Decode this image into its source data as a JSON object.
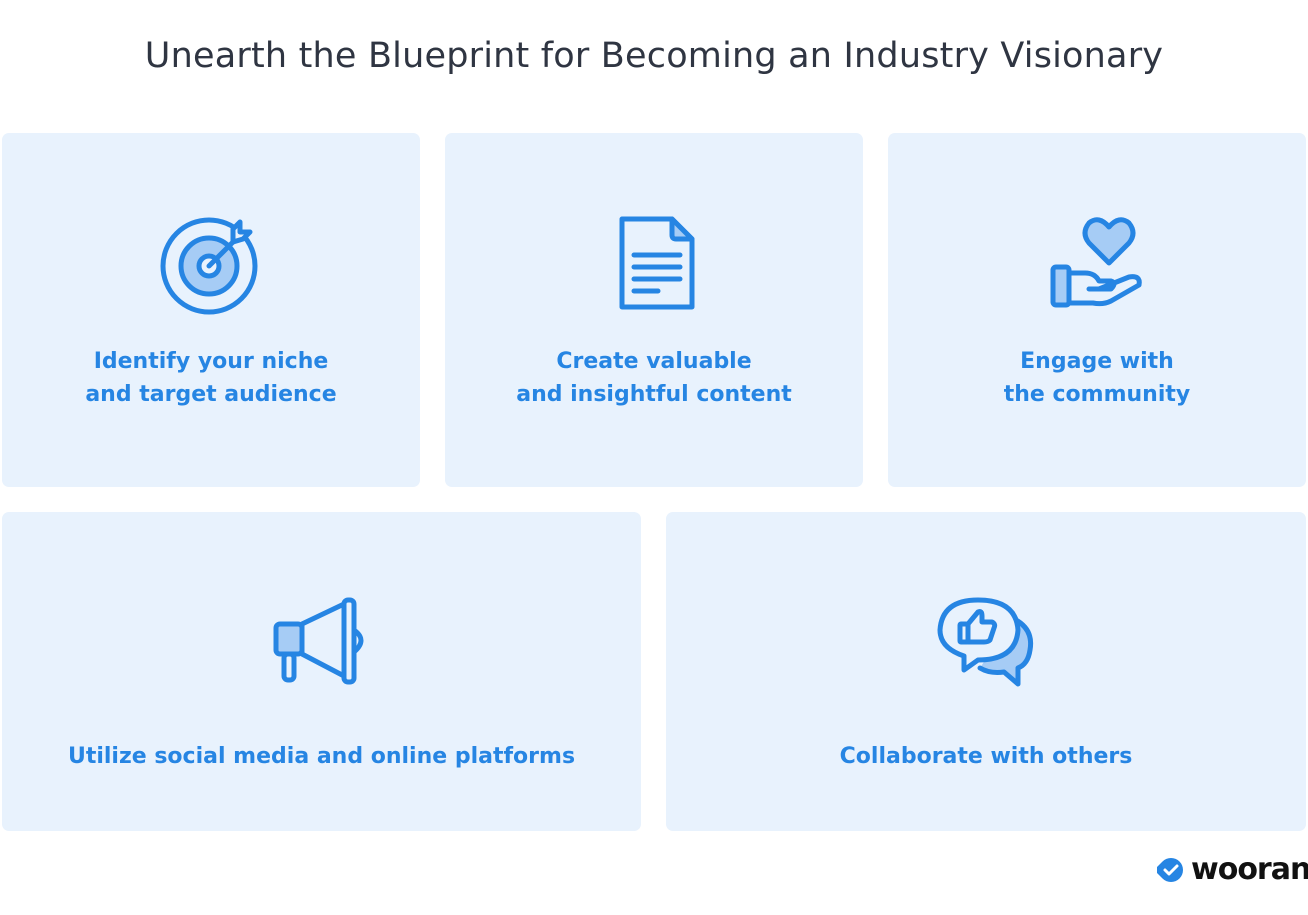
{
  "title": "Unearth the Blueprint for Becoming an Industry Visionary",
  "cards": [
    {
      "label": "Identify your niche\nand target audience",
      "icon": "target-icon"
    },
    {
      "label": "Create valuable\nand insightful content",
      "icon": "document-icon"
    },
    {
      "label": "Engage with\nthe community",
      "icon": "heart-hand-icon"
    },
    {
      "label": "Utilize social media and online platforms",
      "icon": "megaphone-icon"
    },
    {
      "label": "Collaborate with others",
      "icon": "chat-thumbs-up-icon"
    }
  ],
  "logo": {
    "text": "woorank"
  },
  "colors": {
    "accent": "#2685e3",
    "card_bg": "#e8f2fd",
    "icon_fill": "#a6ccf5",
    "title": "#2f3542"
  }
}
